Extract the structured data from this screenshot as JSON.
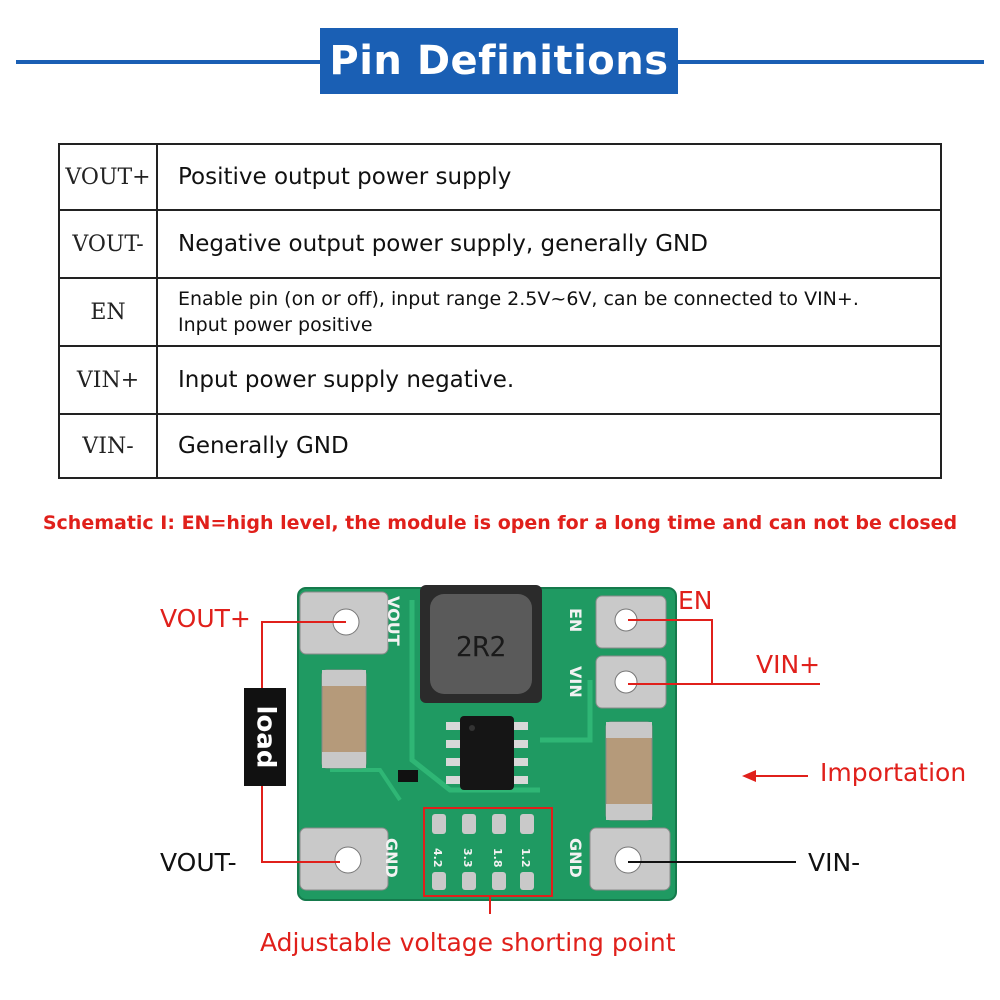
{
  "header": {
    "title": "Pin Definitions"
  },
  "pins": [
    {
      "name": "VOUT+",
      "desc": "Positive output power supply"
    },
    {
      "name": "VOUT-",
      "desc": "Negative output power supply, generally GND"
    },
    {
      "name": "EN",
      "desc_line1": "Enable pin (on or off), input range 2.5V~6V, can be connected to VIN+.",
      "desc_line2": "Input power positive"
    },
    {
      "name": "VIN+",
      "desc": "Input power supply negative."
    },
    {
      "name": "VIN-",
      "desc": "Generally GND"
    }
  ],
  "schematic": {
    "note": "Schematic I: EN=high level, the module is open for a long time and can not be closed",
    "labels": {
      "vout_plus": "VOUT+",
      "vout_minus": "VOUT-",
      "en": "EN",
      "vin_plus": "VIN+",
      "vin_minus": "VIN-",
      "load": "load",
      "importation": "Importation",
      "adjust": "Adjustable voltage shorting point"
    },
    "board_text": {
      "inductor": "2R2",
      "vout": "VOUT",
      "gnd": "GND",
      "en": "EN",
      "vin": "VIN",
      "volt_options": [
        "4.2",
        "3.3",
        "1.8",
        "1.2"
      ]
    },
    "colors": {
      "accent": "#1a5fb4",
      "annotation": "#e0201b",
      "pcb": "#1f9a62"
    }
  }
}
